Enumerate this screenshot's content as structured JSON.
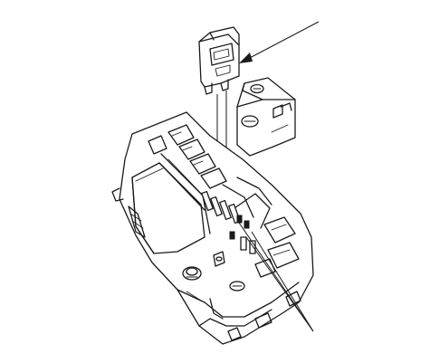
{
  "figure": {
    "background": "#ffffff",
    "line_color": "#1a1a1a",
    "parts": [
      "fuse-relay-box",
      "relay-puller-tool",
      "box-cover-lid",
      "bolts",
      "fuses"
    ]
  }
}
